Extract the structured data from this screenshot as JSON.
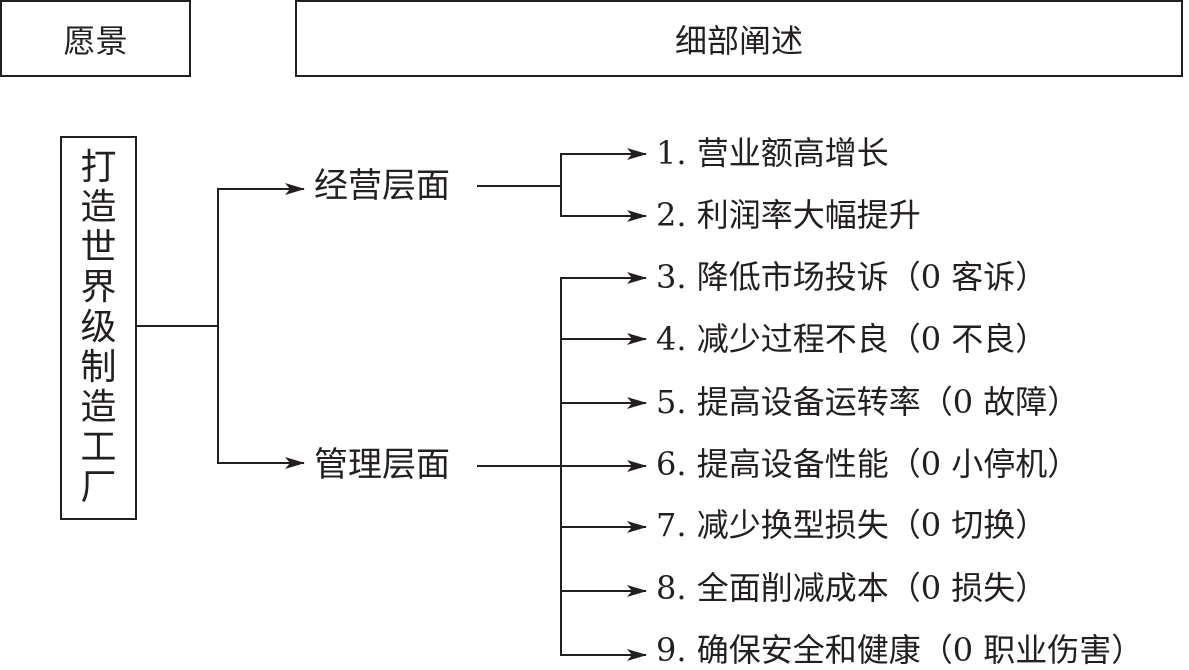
{
  "header": {
    "vision_title": "愿景",
    "detail_title": "细部阐述"
  },
  "vision": {
    "chars": [
      "打",
      "造",
      "世",
      "界",
      "级",
      "制",
      "造",
      "工",
      "厂"
    ],
    "text": "打造世界级制造工厂"
  },
  "branches": [
    {
      "label": "经营层面",
      "items": [
        "1. 营业额高增长",
        "2. 利润率大幅提升"
      ]
    },
    {
      "label": "管理层面",
      "items": [
        "3. 降低市场投诉（0 客诉）",
        "4. 减少过程不良（0 不良）",
        "5. 提高设备运转率（0 故障）",
        "6. 提高设备性能（0 小停机）",
        "7. 减少换型损失（0 切换）",
        "8. 全面削减成本（0 损失）",
        "9. 确保安全和健康（0 职业伤害）"
      ]
    }
  ],
  "colors": {
    "line": "#231f20",
    "text": "#231f20",
    "background": "#ffffff"
  }
}
